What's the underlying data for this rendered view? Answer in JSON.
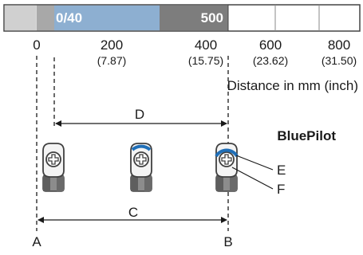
{
  "range_bar": {
    "left_label": "0/40",
    "right_label": "500",
    "colors": {
      "frame": "#444444",
      "segment_light": "#d0d0d0",
      "segment_dark": "#7d7d7d",
      "segment_blue": "#8fb7df"
    }
  },
  "scale": {
    "ticks": [
      {
        "mm": "0",
        "inch": ""
      },
      {
        "mm": "200",
        "inch": "(7.87)"
      },
      {
        "mm": "400",
        "inch": "(15.75)"
      },
      {
        "mm": "600",
        "inch": "(23.62)"
      },
      {
        "mm": "800",
        "inch": "(31.50)"
      }
    ],
    "axis_label": "Distance in mm (inch)"
  },
  "diagram": {
    "product": "BluePilot",
    "dimension_top": "D",
    "dimension_bottom": "C",
    "points": {
      "left": "A",
      "right": "B"
    },
    "callouts": {
      "upper": "E",
      "lower": "F"
    },
    "colors": {
      "accent_blue": "#1f6fb8",
      "device_light": "#f2f2f2",
      "device_mid": "#9a9a9a",
      "device_dark": "#404040"
    }
  }
}
